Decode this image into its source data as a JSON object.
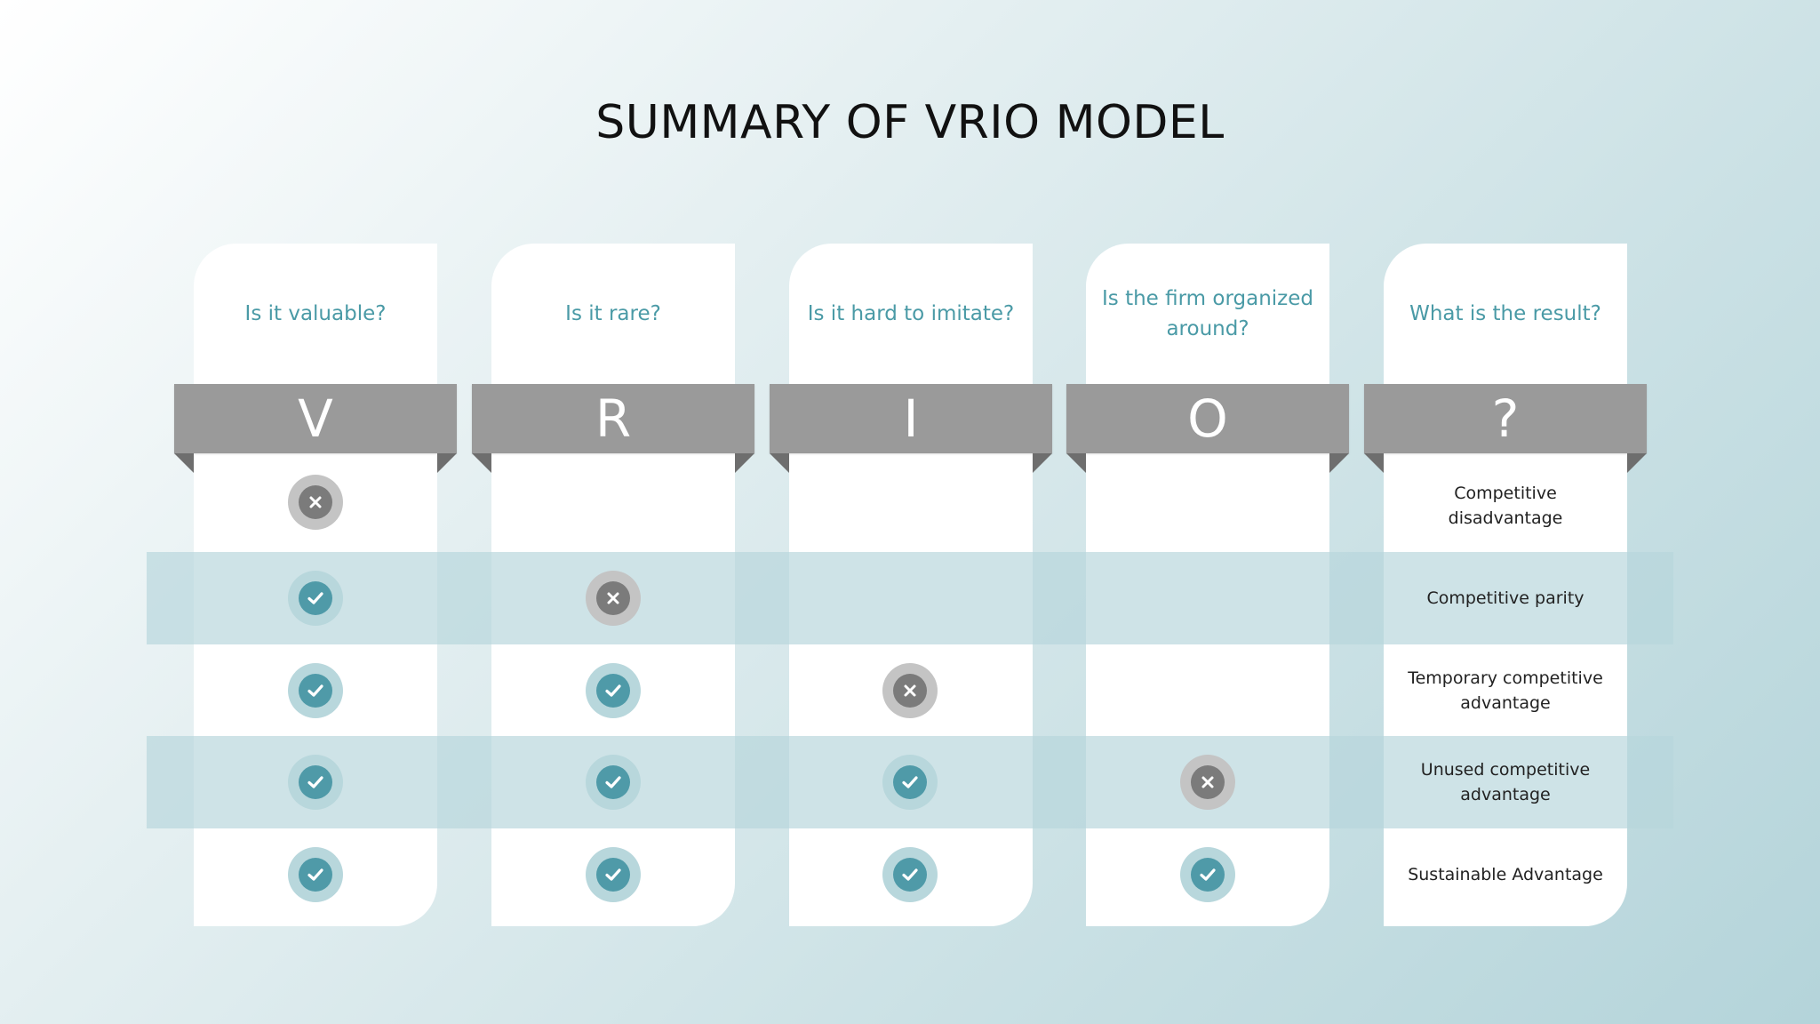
{
  "title": "SUMMARY OF VRIO MODEL",
  "columns": [
    {
      "question": "Is it valuable?",
      "letter": "V"
    },
    {
      "question": "Is it rare?",
      "letter": "R"
    },
    {
      "question": "Is it hard to imitate?",
      "letter": "I"
    },
    {
      "question": "Is the firm organized around?",
      "letter": "O"
    },
    {
      "question": "What is the result?",
      "letter": "?"
    }
  ],
  "rows": [
    {
      "marks": [
        "no",
        null,
        null,
        null
      ],
      "result": "Competitive disadvantage",
      "highlighted": false
    },
    {
      "marks": [
        "yes",
        "no",
        null,
        null
      ],
      "result": "Competitive parity",
      "highlighted": true
    },
    {
      "marks": [
        "yes",
        "yes",
        "no",
        null
      ],
      "result": "Temporary competitive advantage",
      "highlighted": false
    },
    {
      "marks": [
        "yes",
        "yes",
        "yes",
        "no"
      ],
      "result": "Unused competitive advantage",
      "highlighted": true
    },
    {
      "marks": [
        "yes",
        "yes",
        "yes",
        "yes"
      ],
      "result": "Sustainable Advantage",
      "highlighted": false
    }
  ],
  "icons": {
    "yes": "check-icon",
    "no": "cross-icon"
  },
  "colors": {
    "question_text": "#4a9aa6",
    "ribbon": "#9a9a9a",
    "check": "#4f9aa8",
    "cross": "#7b7b7b",
    "band": "#b7d6dc"
  }
}
